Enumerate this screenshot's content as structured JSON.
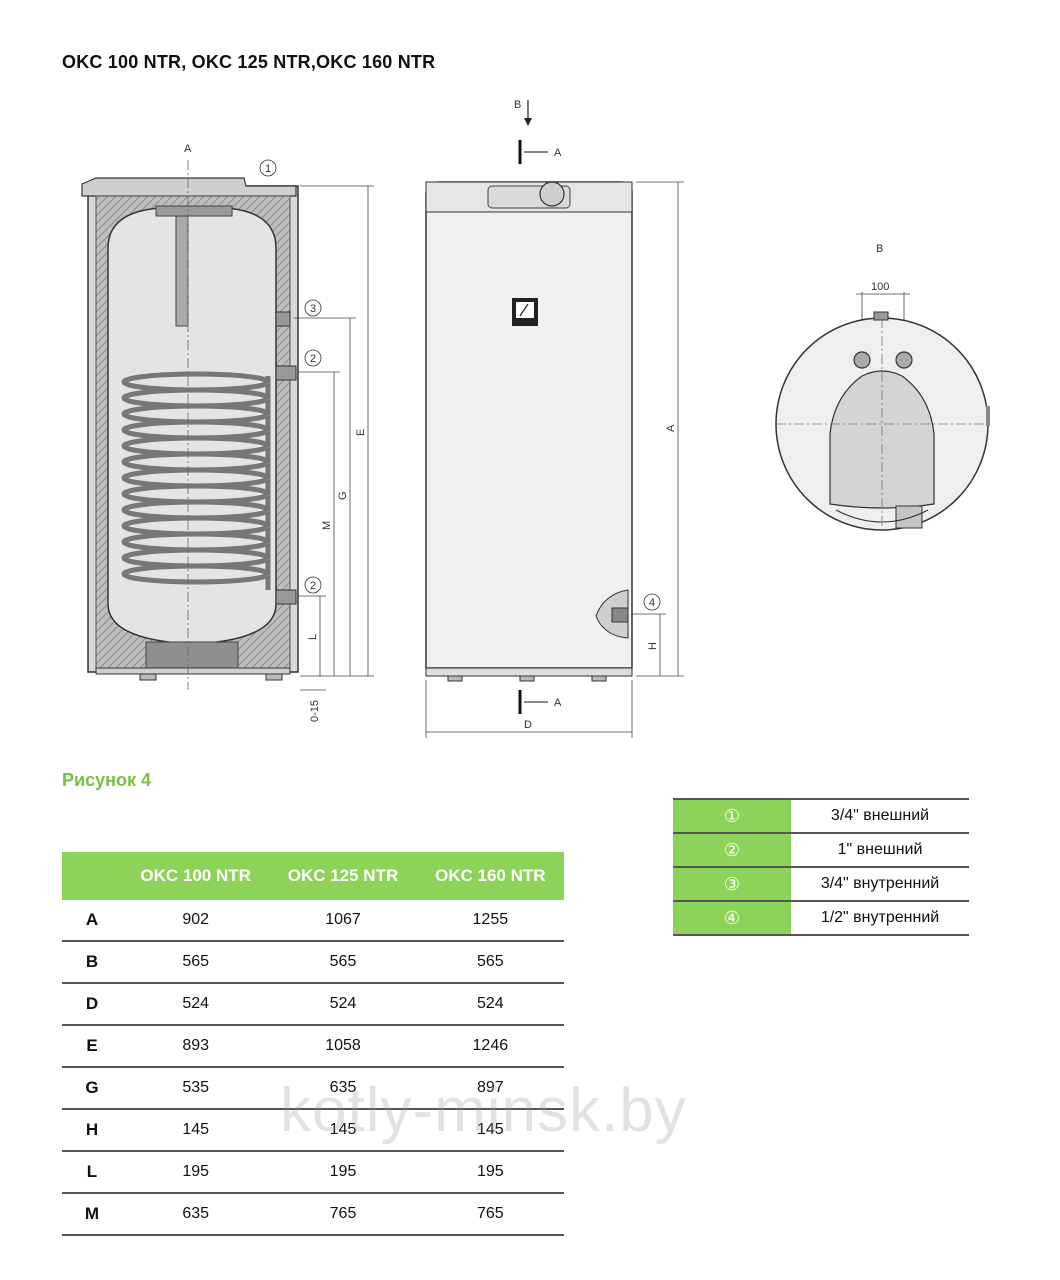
{
  "title": "OKC 100 NTR, OKC 125 NTR,OKC 160 NTR",
  "figure_caption": "Рисунок 4",
  "drawing_labels": {
    "section_a": "A",
    "view_b": "B",
    "dim_100": "100",
    "dim_a": "A",
    "dim_e": "E",
    "dim_g": "G",
    "dim_m": "M",
    "dim_l": "L",
    "dim_h": "H",
    "dim_d": "D",
    "dim_0_15": "0-15",
    "c1": "1",
    "c2": "2",
    "c3": "3",
    "c4": "4"
  },
  "dimensions_table": {
    "headers": [
      "OKC 100 NTR",
      "OKC 125 NTR",
      "OKC 160 NTR"
    ],
    "rows": [
      {
        "label": "A",
        "values": [
          "902",
          "1067",
          "1255"
        ]
      },
      {
        "label": "B",
        "values": [
          "565",
          "565",
          "565"
        ]
      },
      {
        "label": "D",
        "values": [
          "524",
          "524",
          "524"
        ]
      },
      {
        "label": "E",
        "values": [
          "893",
          "1058",
          "1246"
        ]
      },
      {
        "label": "G",
        "values": [
          "535",
          "635",
          "897"
        ]
      },
      {
        "label": "H",
        "values": [
          "145",
          "145",
          "145"
        ]
      },
      {
        "label": "L",
        "values": [
          "195",
          "195",
          "195"
        ]
      },
      {
        "label": "M",
        "values": [
          "635",
          "765",
          "765"
        ]
      }
    ]
  },
  "connections": [
    {
      "num": "①",
      "desc": "3/4\" внешний"
    },
    {
      "num": "②",
      "desc": "1\" внешний"
    },
    {
      "num": "③",
      "desc": "3/4\" внутренний"
    },
    {
      "num": "④",
      "desc": "1/2\" внутренний"
    }
  ],
  "watermark": "kotly-minsk.by",
  "colors": {
    "accent_green": "#8dd35a",
    "caption_green": "#7ac143"
  }
}
